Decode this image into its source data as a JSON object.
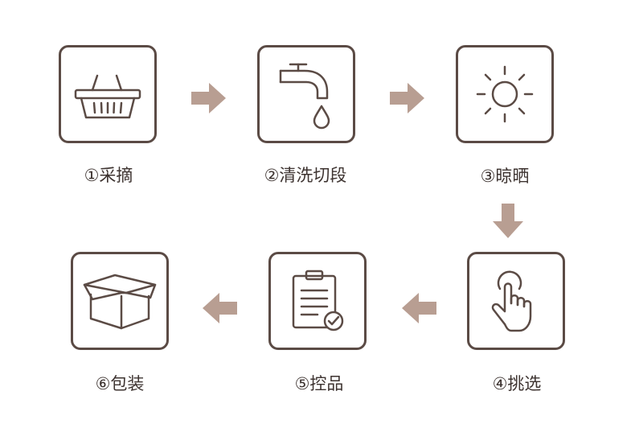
{
  "steps": [
    {
      "label": "①采摘",
      "icon": "basket-icon"
    },
    {
      "label": "②清洗切段",
      "icon": "faucet-icon"
    },
    {
      "label": "③晾晒",
      "icon": "sun-icon"
    },
    {
      "label": "④挑选",
      "icon": "hand-pointer-icon"
    },
    {
      "label": "⑤控品",
      "icon": "clipboard-check-icon"
    },
    {
      "label": "⑥包装",
      "icon": "box-icon"
    }
  ],
  "colors": {
    "stroke": "#5b4b45",
    "arrow": "#b89e92",
    "drop": "#5b4b45"
  }
}
